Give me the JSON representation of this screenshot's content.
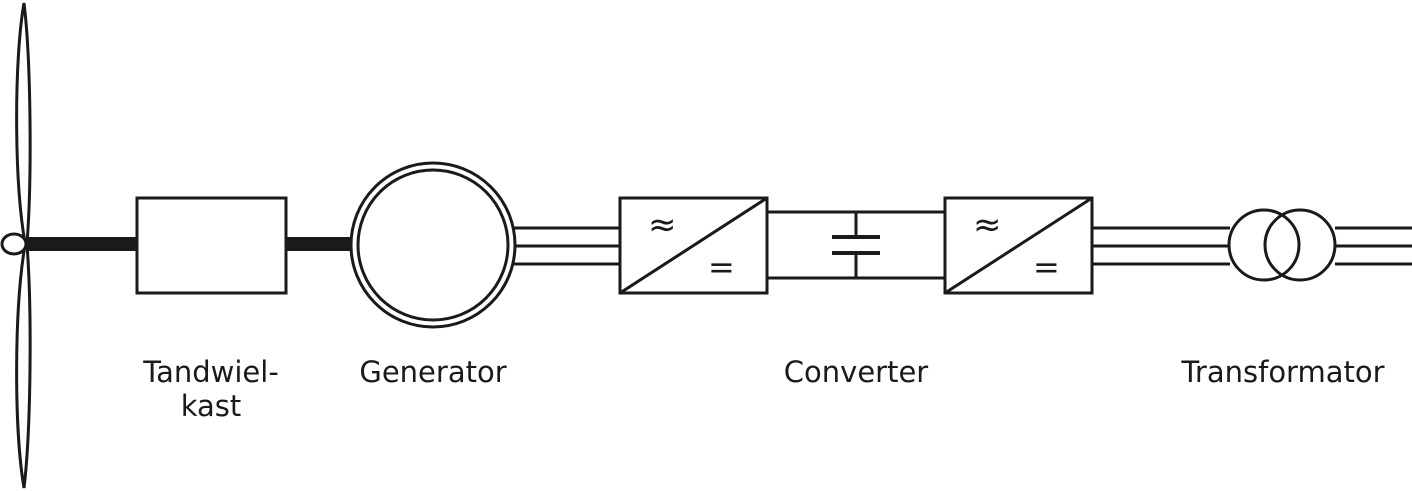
{
  "labels": {
    "gearbox_line1": "Tandwiel-",
    "gearbox_line2": "kast",
    "generator": "Generator",
    "converter": "Converter",
    "transformer": "Transformator"
  },
  "symbols": {
    "ac_symbol": "≈",
    "dc_symbol": "="
  },
  "colors": {
    "stroke": "#1a1a1a",
    "background": "#ffffff"
  }
}
